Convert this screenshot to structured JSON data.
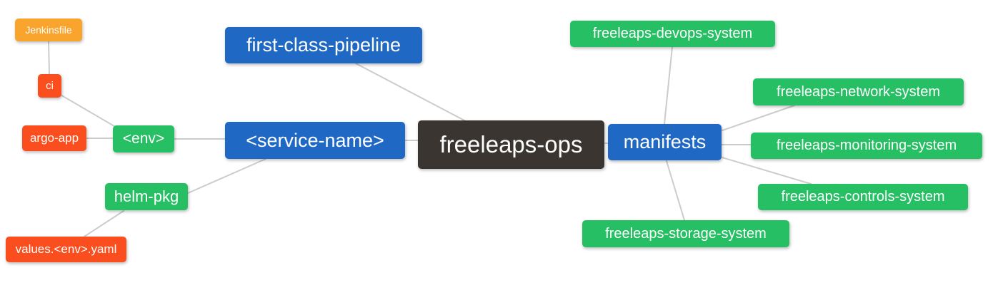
{
  "diagram": {
    "type": "mindmap",
    "root": "freeleaps-ops",
    "nodes": [
      {
        "id": "jenkinsfile",
        "label": "Jenkinsfile",
        "color": "#f9a42d"
      },
      {
        "id": "ci",
        "label": "ci",
        "color": "#fa4e1e"
      },
      {
        "id": "argo-app",
        "label": "argo-app",
        "color": "#fa4e1e"
      },
      {
        "id": "env",
        "label": "<env>",
        "color": "#26bf63"
      },
      {
        "id": "helm-pkg",
        "label": "helm-pkg",
        "color": "#26bf63"
      },
      {
        "id": "values-env-yaml",
        "label": "values.<env>.yaml",
        "color": "#fa4e1e"
      },
      {
        "id": "first-class-pipeline",
        "label": "first-class-pipeline",
        "color": "#1f68c4"
      },
      {
        "id": "service-name",
        "label": "<service-name>",
        "color": "#1f68c4"
      },
      {
        "id": "freeleaps-ops",
        "label": "freeleaps-ops",
        "color": "#3a3531"
      },
      {
        "id": "manifests",
        "label": "manifests",
        "color": "#1f68c4"
      },
      {
        "id": "freeleaps-devops-system",
        "label": "freeleaps-devops-system",
        "color": "#26bf63"
      },
      {
        "id": "freeleaps-network-system",
        "label": "freeleaps-network-system",
        "color": "#26bf63"
      },
      {
        "id": "freeleaps-monitoring-system",
        "label": "freeleaps-monitoring-system",
        "color": "#26bf63"
      },
      {
        "id": "freeleaps-controls-system",
        "label": "freeleaps-controls-system",
        "color": "#26bf63"
      },
      {
        "id": "freeleaps-storage-system",
        "label": "freeleaps-storage-system",
        "color": "#26bf63"
      }
    ],
    "edges": [
      [
        "jenkinsfile",
        "ci"
      ],
      [
        "ci",
        "env"
      ],
      [
        "argo-app",
        "env"
      ],
      [
        "env",
        "service-name"
      ],
      [
        "helm-pkg",
        "service-name"
      ],
      [
        "values-env-yaml",
        "helm-pkg"
      ],
      [
        "first-class-pipeline",
        "freeleaps-ops"
      ],
      [
        "service-name",
        "freeleaps-ops"
      ],
      [
        "freeleaps-ops",
        "manifests"
      ],
      [
        "manifests",
        "freeleaps-devops-system"
      ],
      [
        "manifests",
        "freeleaps-network-system"
      ],
      [
        "manifests",
        "freeleaps-monitoring-system"
      ],
      [
        "manifests",
        "freeleaps-controls-system"
      ],
      [
        "manifests",
        "freeleaps-storage-system"
      ]
    ],
    "colors": {
      "edge": "#cccccc",
      "text": "#ffffff",
      "background": "#ffffff"
    }
  }
}
